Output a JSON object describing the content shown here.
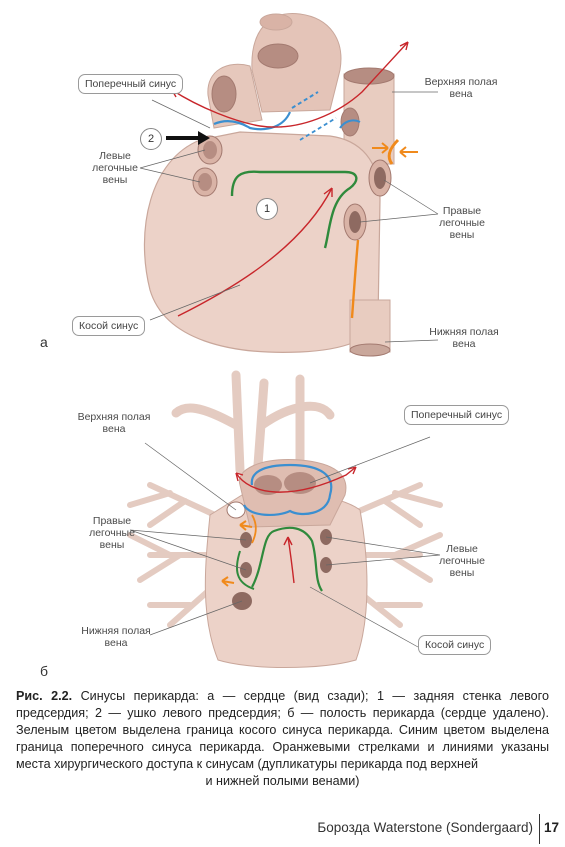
{
  "figure_a": {
    "panel_letter": "а",
    "labels": {
      "transverse_sinus": "Поперечный синус",
      "left_pulmonary_veins": "Левые легочные вены",
      "superior_vena_cava": "Верхняя полая вена",
      "right_pulmonary_veins": "Правые легочные вены",
      "oblique_sinus": "Косой синус",
      "inferior_vena_cava": "Нижняя полая вена"
    },
    "markers": {
      "one": "1",
      "two": "2"
    }
  },
  "figure_b": {
    "panel_letter": "б",
    "labels": {
      "superior_vena_cava": "Верхняя полая вена",
      "transverse_sinus": "Поперечный синус",
      "right_pulmonary_veins": "Правые легочные вены",
      "left_pulmonary_veins": "Левые легочные вены",
      "inferior_vena_cava": "Нижняя полая вена",
      "oblique_sinus": "Косой синус"
    }
  },
  "caption": {
    "label": "Рис. 2.2.",
    "text": "Синусы перикарда: а — сердце (вид сзади); 1 — задняя стенка левого предсердия; 2 — ушко левого предсердия; б — полость перикарда (сердце удалено). Зеленым цветом выделена граница косого синуса перикарда. Синим цветом выделена граница поперечного синуса перикарда. Оранжевыми стрелками и линиями указаны места хирургического доступа к синусам (дупликатуры перикарда под верхней",
    "last_line": "и нижней полыми венами)"
  },
  "footer": {
    "running_title": "Борозда Waterstone (Sondergaard)",
    "page_number": "17"
  },
  "colors": {
    "tissue": "#ecd2c8",
    "tissue_dark": "#c9a79b",
    "green_border": "#2f8a3c",
    "blue_border": "#3b8fd0",
    "orange_access": "#f08a1c",
    "red_arrow": "#c8262b"
  }
}
